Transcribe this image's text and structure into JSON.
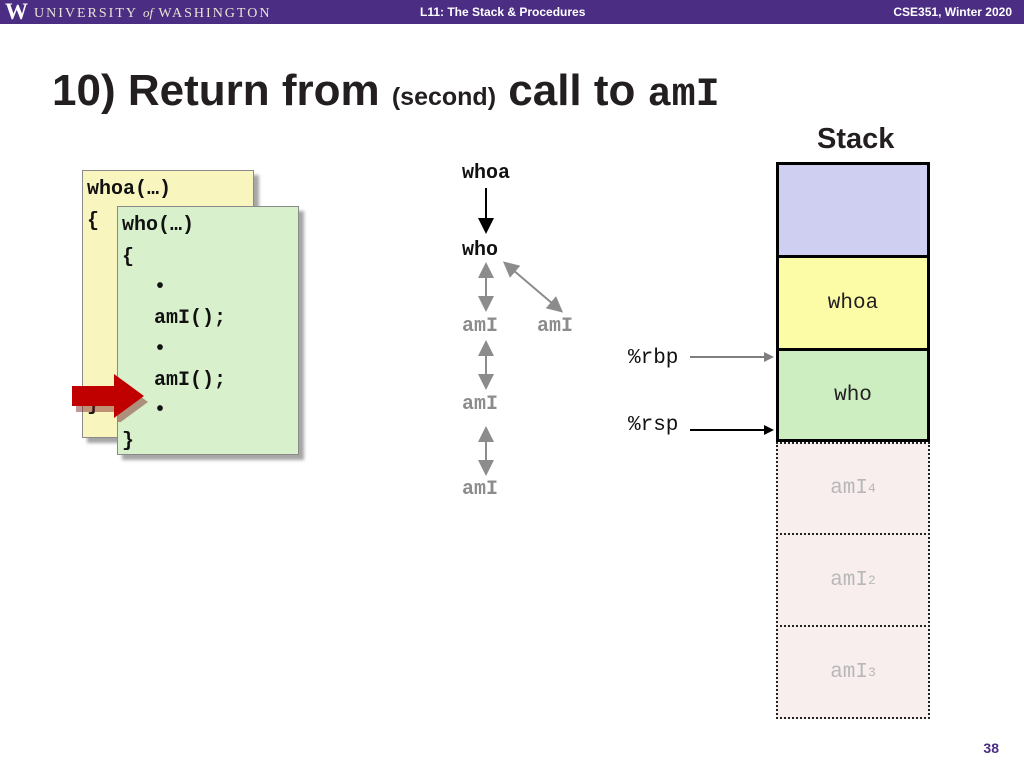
{
  "header": {
    "logo_letter": "W",
    "university": "UNIVERSITY of WASHINGTON",
    "lecture": "L11:  The Stack & Procedures",
    "course": "CSE351, Winter 2020",
    "background": "#4b2e83"
  },
  "slide": {
    "title_number": "10)",
    "title_text": "Return from",
    "title_paren": "(second)",
    "title_text2": "call to",
    "title_code": "amI",
    "page_number": "38"
  },
  "code": {
    "back_card": {
      "lines": [
        "whoa(…)",
        "{",
        "}"
      ],
      "color": "#f8f5bf"
    },
    "front_card": {
      "lines": [
        "who(…)",
        "{",
        "•",
        "amI();",
        "•",
        "amI();",
        "•",
        "}"
      ],
      "color": "#d8f0cc"
    },
    "pointer_icon": "red-arrow-icon"
  },
  "call_graph": {
    "nodes": [
      "whoa",
      "who",
      "amI",
      "amI",
      "amI",
      "amI"
    ]
  },
  "registers": {
    "rbp": "%rbp",
    "rsp": "%rsp"
  },
  "stack": {
    "heading": "Stack",
    "frames": [
      {
        "label": "",
        "sub": "",
        "color": "#cfcff2",
        "style": "solid"
      },
      {
        "label": "whoa",
        "sub": "",
        "color": "#fcfca6",
        "style": "solid"
      },
      {
        "label": "who",
        "sub": "",
        "color": "#cdeec1",
        "style": "solid"
      },
      {
        "label": "amI",
        "sub": "4",
        "color": "#f8eeee",
        "style": "dotted"
      },
      {
        "label": "amI",
        "sub": "2",
        "color": "#f8eeee",
        "style": "dotted"
      },
      {
        "label": "amI",
        "sub": "3",
        "color": "#f8eeee",
        "style": "dotted"
      }
    ]
  }
}
